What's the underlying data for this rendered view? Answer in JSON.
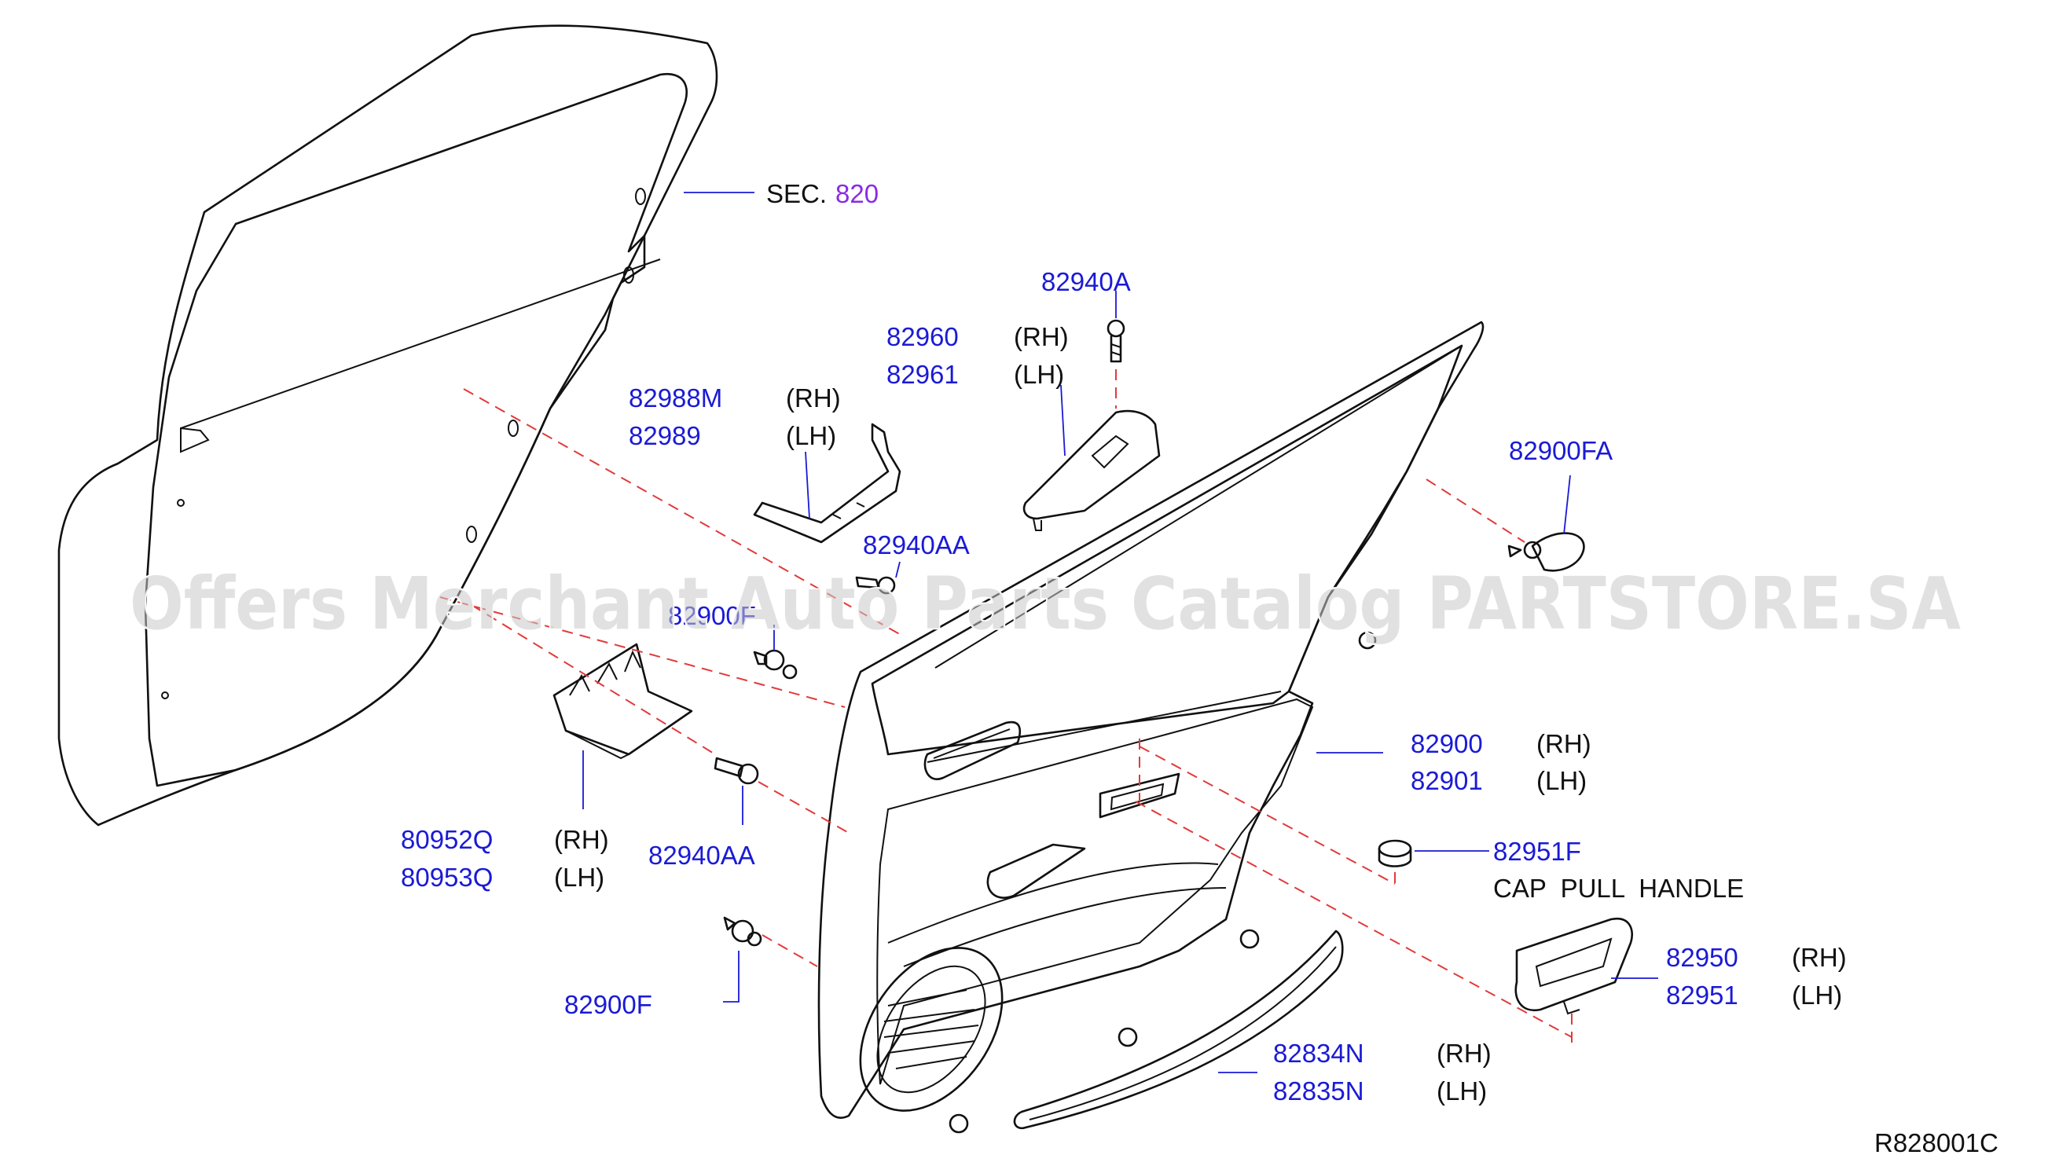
{
  "diagram": {
    "sec_prefix": "SEC.",
    "sec_number": "820",
    "drawing_code": "R828001C",
    "watermark": "Offers Merchant Auto Parts Catalog PARTSTORE.SA",
    "colors": {
      "part_number": "#1a1ad6",
      "leader": "#1a1ad6",
      "centerline": "#e23a3a",
      "sec_number": "#8a2be2",
      "outline": "#111111"
    },
    "parts": [
      {
        "id": "p82940A",
        "number": "82940A",
        "note": ""
      },
      {
        "id": "p82960",
        "number": "82960",
        "note": "(RH)"
      },
      {
        "id": "p82961",
        "number": "82961",
        "note": "(LH)"
      },
      {
        "id": "p82988M",
        "number": "82988M",
        "note": "(RH)"
      },
      {
        "id": "p82989",
        "number": "82989",
        "note": "(LH)"
      },
      {
        "id": "p82900FA",
        "number": "82900FA",
        "note": ""
      },
      {
        "id": "p82940AA_top",
        "number": "82940AA",
        "note": ""
      },
      {
        "id": "p82900F_partial",
        "number": "82900F",
        "note": ""
      },
      {
        "id": "p82900",
        "number": "82900",
        "note": "(RH)"
      },
      {
        "id": "p82901",
        "number": "82901",
        "note": "(LH)"
      },
      {
        "id": "p80952Q",
        "number": "80952Q",
        "note": "(RH)"
      },
      {
        "id": "p80953Q",
        "number": "80953Q",
        "note": "(LH)"
      },
      {
        "id": "p82940AA_low",
        "number": "82940AA",
        "note": ""
      },
      {
        "id": "p82951F",
        "number": "82951F",
        "note": "CAP  PULL  HANDLE"
      },
      {
        "id": "p82950",
        "number": "82950",
        "note": "(RH)"
      },
      {
        "id": "p82951",
        "number": "82951",
        "note": "(LH)"
      },
      {
        "id": "p82900F",
        "number": "82900F",
        "note": ""
      },
      {
        "id": "p82834N",
        "number": "82834N",
        "note": "(RH)"
      },
      {
        "id": "p82835N",
        "number": "82835N",
        "note": "(LH)"
      }
    ]
  }
}
